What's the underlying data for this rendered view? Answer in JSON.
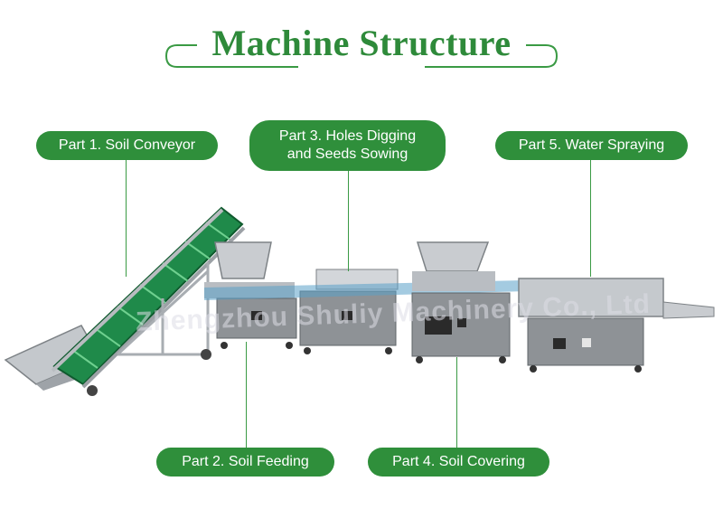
{
  "title": "Machine Structure",
  "parts": {
    "p1": "Part 1. Soil Conveyor",
    "p2": "Part 2. Soil Feeding",
    "p3_line1": "Part 3. Holes Digging",
    "p3_line2": "and Seeds Sowing",
    "p4": "Part 4. Soil Covering",
    "p5": "Part 5. Water Spraying"
  },
  "watermark": "Zhengzhou Shuliy Machinery Co., Ltd",
  "colors": {
    "accent": "#2f8f3b",
    "belt": "#1f8a4a",
    "steel": "#c9ccd0",
    "cabinet": "#8e9296"
  }
}
